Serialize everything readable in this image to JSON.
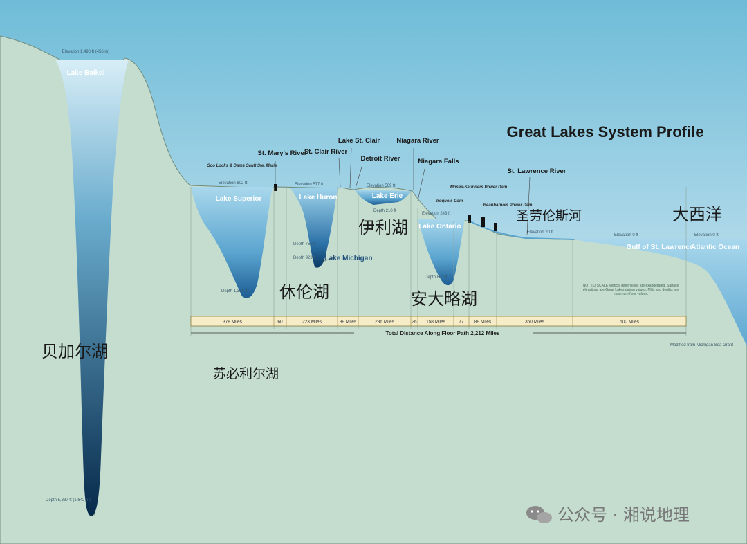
{
  "title": "Great Lakes System Profile",
  "lakes": {
    "baikal": "Lake Baikal",
    "superior": "Lake Superior",
    "huron": "Lake Huron",
    "michigan": "Lake Michigan",
    "erie": "Lake Erie",
    "ontario": "Lake Ontario",
    "gulf": "Gulf of St. Lawrence",
    "atlantic": "Atlantic Ocean"
  },
  "waterways": {
    "sault": "Soo Locks & Dams Sault Ste. Marie",
    "st_marys": "St. Mary's River",
    "st_clair_river": "St. Clair River",
    "lake_st_clair": "Lake St. Clair",
    "detroit": "Detroit River",
    "niagara_river": "Niagara River",
    "niagara_falls": "Niagara Falls",
    "iroquois": "Iroquois Dam",
    "moses": "Moses-Saunders Power Dam",
    "beauharnois": "Beauharnois Power Dam",
    "st_lawrence": "St. Lawrence River"
  },
  "notes": {
    "baikal_elev": "Elevation 1,496 ft (456 m)",
    "baikal_depth": "Depth 5,387 ft (1,642 m)",
    "superior_elev": "Elevation 602 ft",
    "superior_depth": "Depth 1,333 ft",
    "huron_elev": "Elevation 577 ft",
    "huron_depth": "Depth 750 ft",
    "michigan_depth": "Depth 923 ft",
    "erie_elev": "Elevation 569 ft",
    "erie_depth": "Depth 210 ft",
    "ontario_elev": "Elevation 243 ft",
    "ontario_depth": "Depth 802 ft",
    "st_lawrence_elev": "Elevation 20 ft",
    "gulf_elev": "Elevation 0 ft",
    "atlantic_elev": "Elevation 0 ft",
    "legend": "NOT TO SCALE Vertical dimensions are exaggerated. Surface elevations are Great Lakes datum values. Mills and depths are maximum-floor values.",
    "credit": "Modified from Michigan Sea Grant"
  },
  "segments": [
    "378 Miles",
    "60",
    "223 Miles",
    "89 Miles",
    "236 Miles",
    "26",
    "158 Miles",
    "77",
    "89 Miles",
    "350 Miles",
    "500 Miles"
  ],
  "total_distance": "Total Distance Along Floor Path 2,212 Miles",
  "chinese_labels": {
    "baikal": "贝加尔湖",
    "superior": "苏必利尔湖",
    "huron": "休伦湖",
    "erie": "伊利湖",
    "ontario": "安大略湖",
    "st_lawrence": "圣劳伦斯河",
    "atlantic": "大西洋"
  },
  "watermark": "公众号 · 湘说地理",
  "colors": {
    "sky_top": "#7fc4dc",
    "sky_bottom": "#e8f4f6",
    "land": "#c4ddcf",
    "land_edge": "#6f8a7d",
    "water_light": "#8fcbe6",
    "water_deep": "#0b3a64",
    "scale_bar": "#f6edc8"
  }
}
